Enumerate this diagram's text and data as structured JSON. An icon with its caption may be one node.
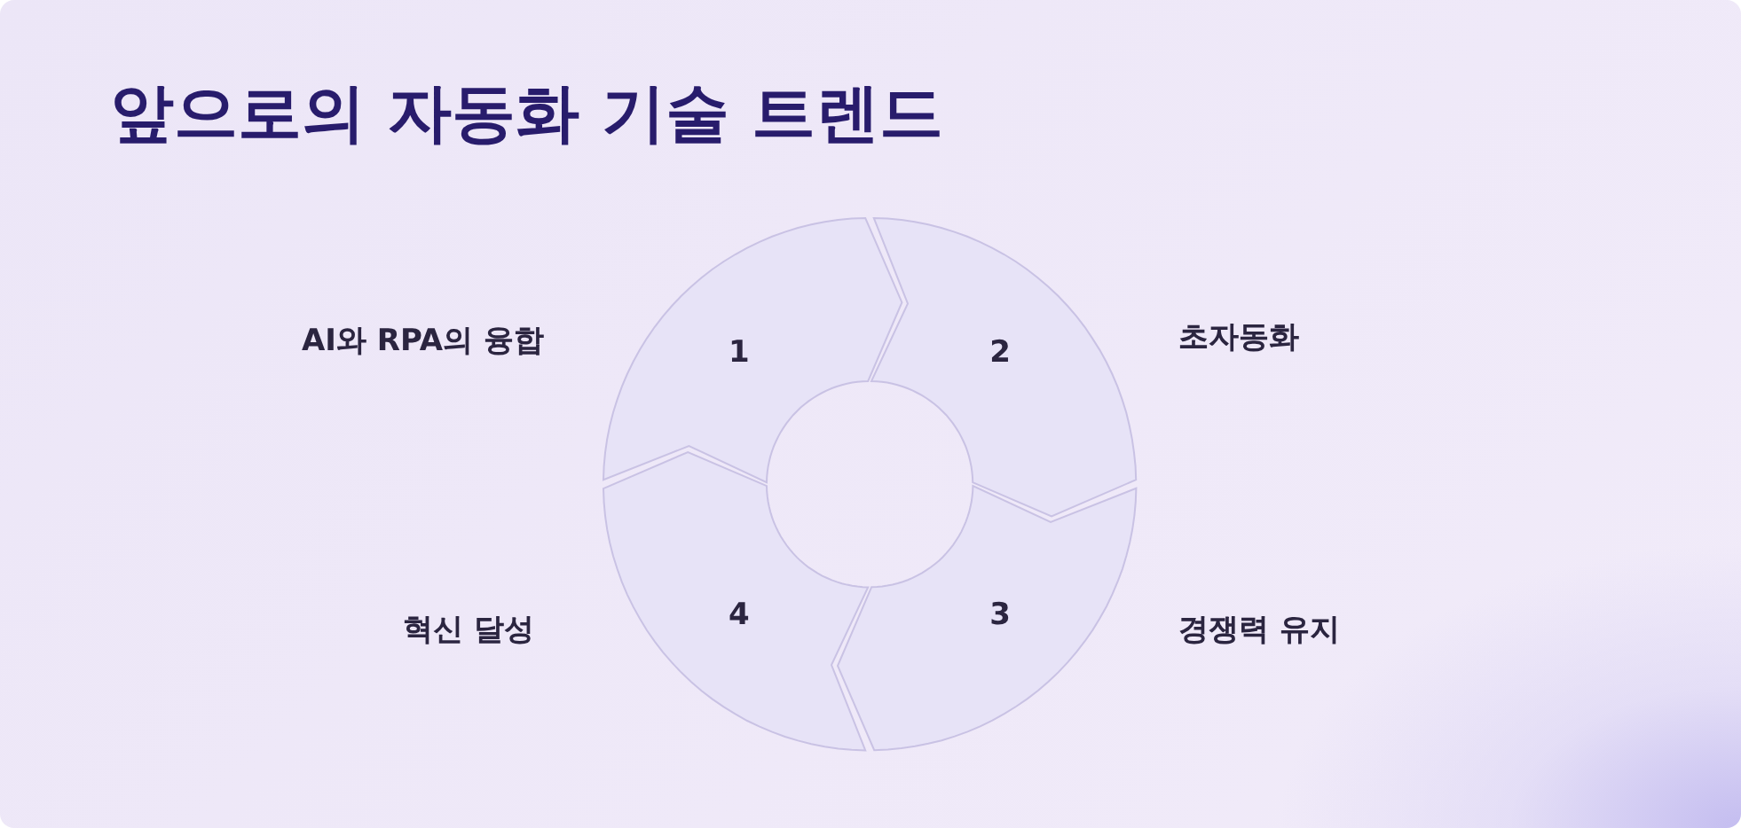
{
  "diagram": {
    "title": "앞으로의 자동화 기술 트렌드",
    "nodes": [
      {
        "text": [
          "1"
        ],
        "beside": [
          "AI와 RPA의 융합"
        ]
      },
      {
        "text": [
          "2"
        ],
        "beside": [
          "초자동화"
        ]
      },
      {
        "text": [
          "3"
        ],
        "beside": [
          "경쟁력 유지"
        ]
      },
      {
        "text": [
          "4"
        ],
        "beside": [
          "혁신 달성"
        ]
      }
    ]
  }
}
